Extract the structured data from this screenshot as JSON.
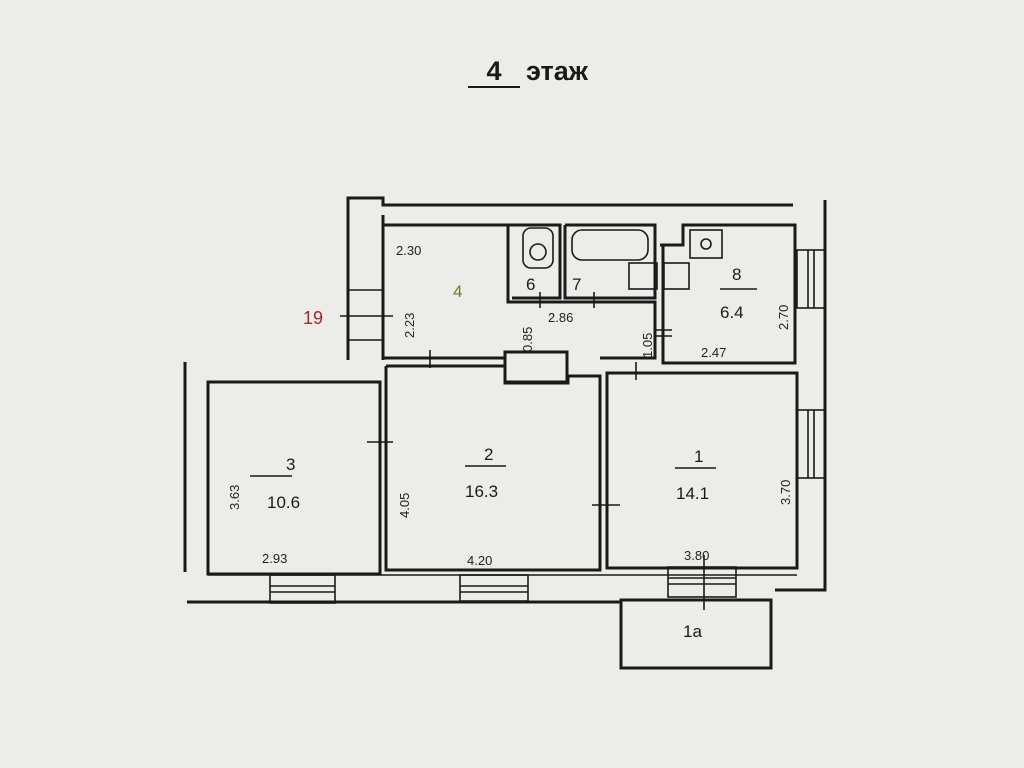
{
  "title": {
    "floor_number": "4",
    "floor_word": "этаж"
  },
  "stair_label": "19",
  "rooms": {
    "r1": {
      "number": "1",
      "area": "14.1",
      "width": "3.80",
      "height": "3.70"
    },
    "r1a": {
      "number": "1а"
    },
    "r2": {
      "number": "2",
      "area": "16.3",
      "width": "4.20",
      "height": "4.05"
    },
    "r3": {
      "number": "3",
      "area": "10.6",
      "width": "2.93",
      "height": "3.63"
    },
    "r4": {
      "number": "4",
      "width": "2.30",
      "height": "2.23",
      "corridor_length": "2.86",
      "corridor_width": "0.85",
      "passage_width": "1.05"
    },
    "r6": {
      "number": "6"
    },
    "r7": {
      "number": "7"
    },
    "r8": {
      "number": "8",
      "area": "6.4",
      "width": "2.47",
      "height": "2.70"
    }
  },
  "colors": {
    "background": "#ecece8",
    "ink": "#1a1a1a",
    "stair_label": "#a0282c",
    "room4_label": "#6b7a2a"
  }
}
